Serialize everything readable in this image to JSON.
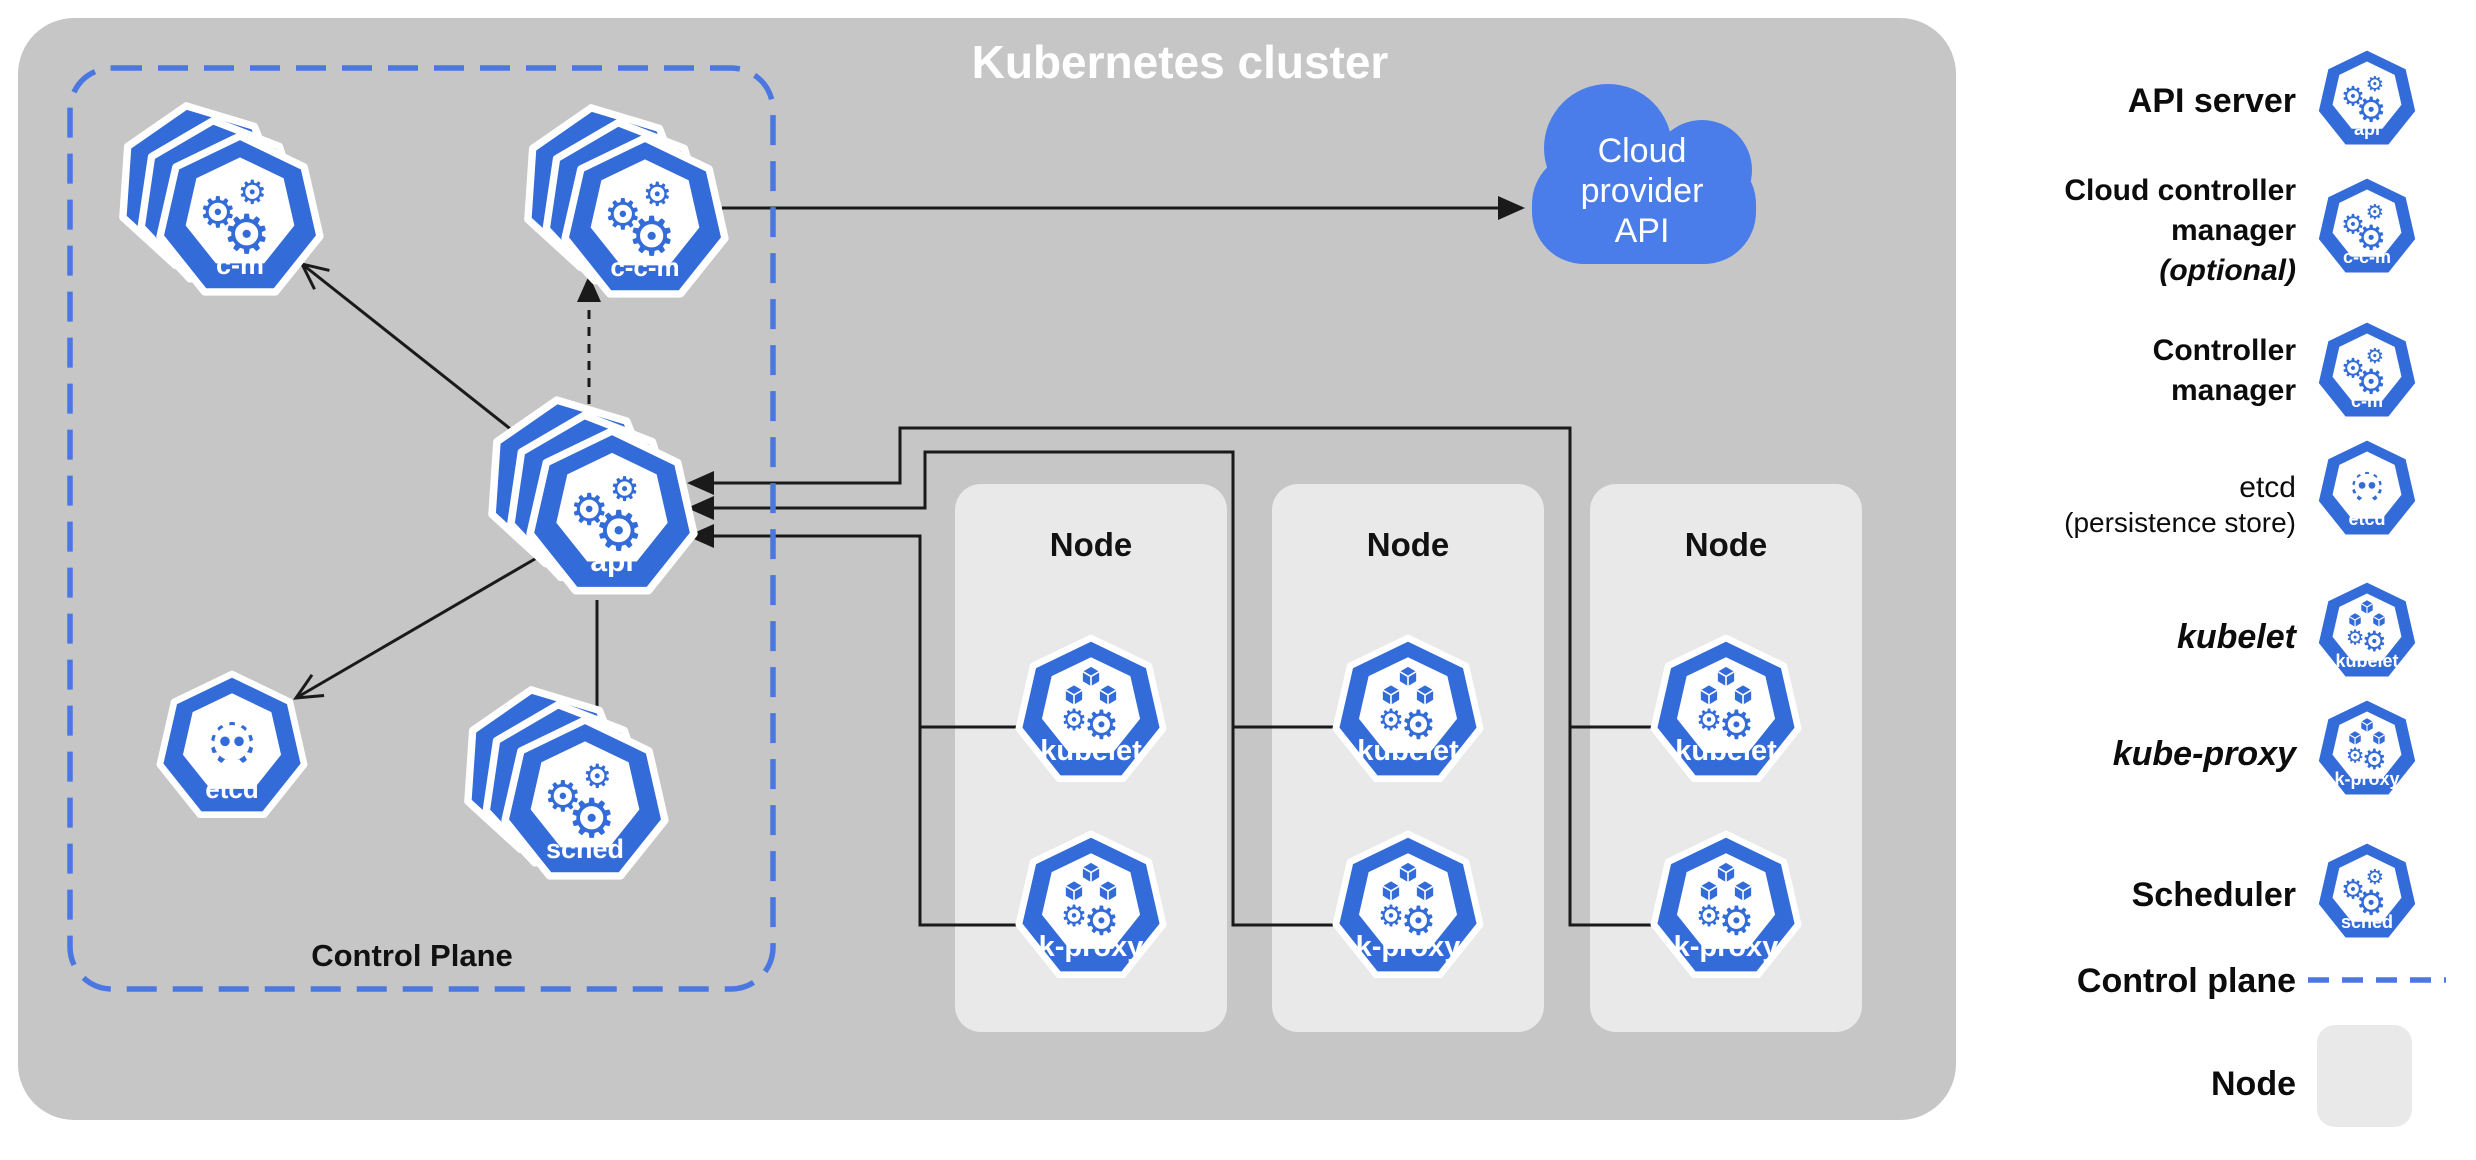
{
  "diagram": {
    "title": "Kubernetes cluster",
    "control_plane_label": "Control Plane",
    "cloud": {
      "line1": "Cloud",
      "line2": "provider",
      "line3": "API"
    },
    "components": {
      "cm": "c-m",
      "ccm": "c-c-m",
      "api": "api",
      "etcd": "etcd",
      "sched": "sched"
    },
    "nodes": [
      {
        "title": "Node",
        "kubelet": "kubelet",
        "kproxy": "k-proxy"
      },
      {
        "title": "Node",
        "kubelet": "kubelet",
        "kproxy": "k-proxy"
      },
      {
        "title": "Node",
        "kubelet": "kubelet",
        "kproxy": "k-proxy"
      }
    ]
  },
  "legend": {
    "api": {
      "label": "API server",
      "icon_label": "api"
    },
    "ccm": {
      "line1": "Cloud controller",
      "line2": "manager",
      "line3": "(optional)",
      "icon_label": "c-c-m"
    },
    "cm": {
      "line1": "Controller",
      "line2": "manager",
      "icon_label": "c-m"
    },
    "etcd": {
      "line1": "etcd",
      "line2": "(persistence store)",
      "icon_label": "etcd"
    },
    "kubelet": {
      "label": "kubelet",
      "icon_label": "kubelet"
    },
    "kproxy": {
      "label": "kube-proxy",
      "icon_label": "k-proxy"
    },
    "sched": {
      "label": "Scheduler",
      "icon_label": "sched"
    },
    "control_plane": {
      "label": "Control plane"
    },
    "node": {
      "label": "Node"
    }
  },
  "colors": {
    "k8s_blue": "#336bd9",
    "cloud_blue": "#4a7de9",
    "control_plane_dash_blue": "#4a77e0",
    "cluster_gray": "#c6c6c6",
    "node_gray": "#e9e9e9",
    "line_black": "#1a1a1a"
  }
}
